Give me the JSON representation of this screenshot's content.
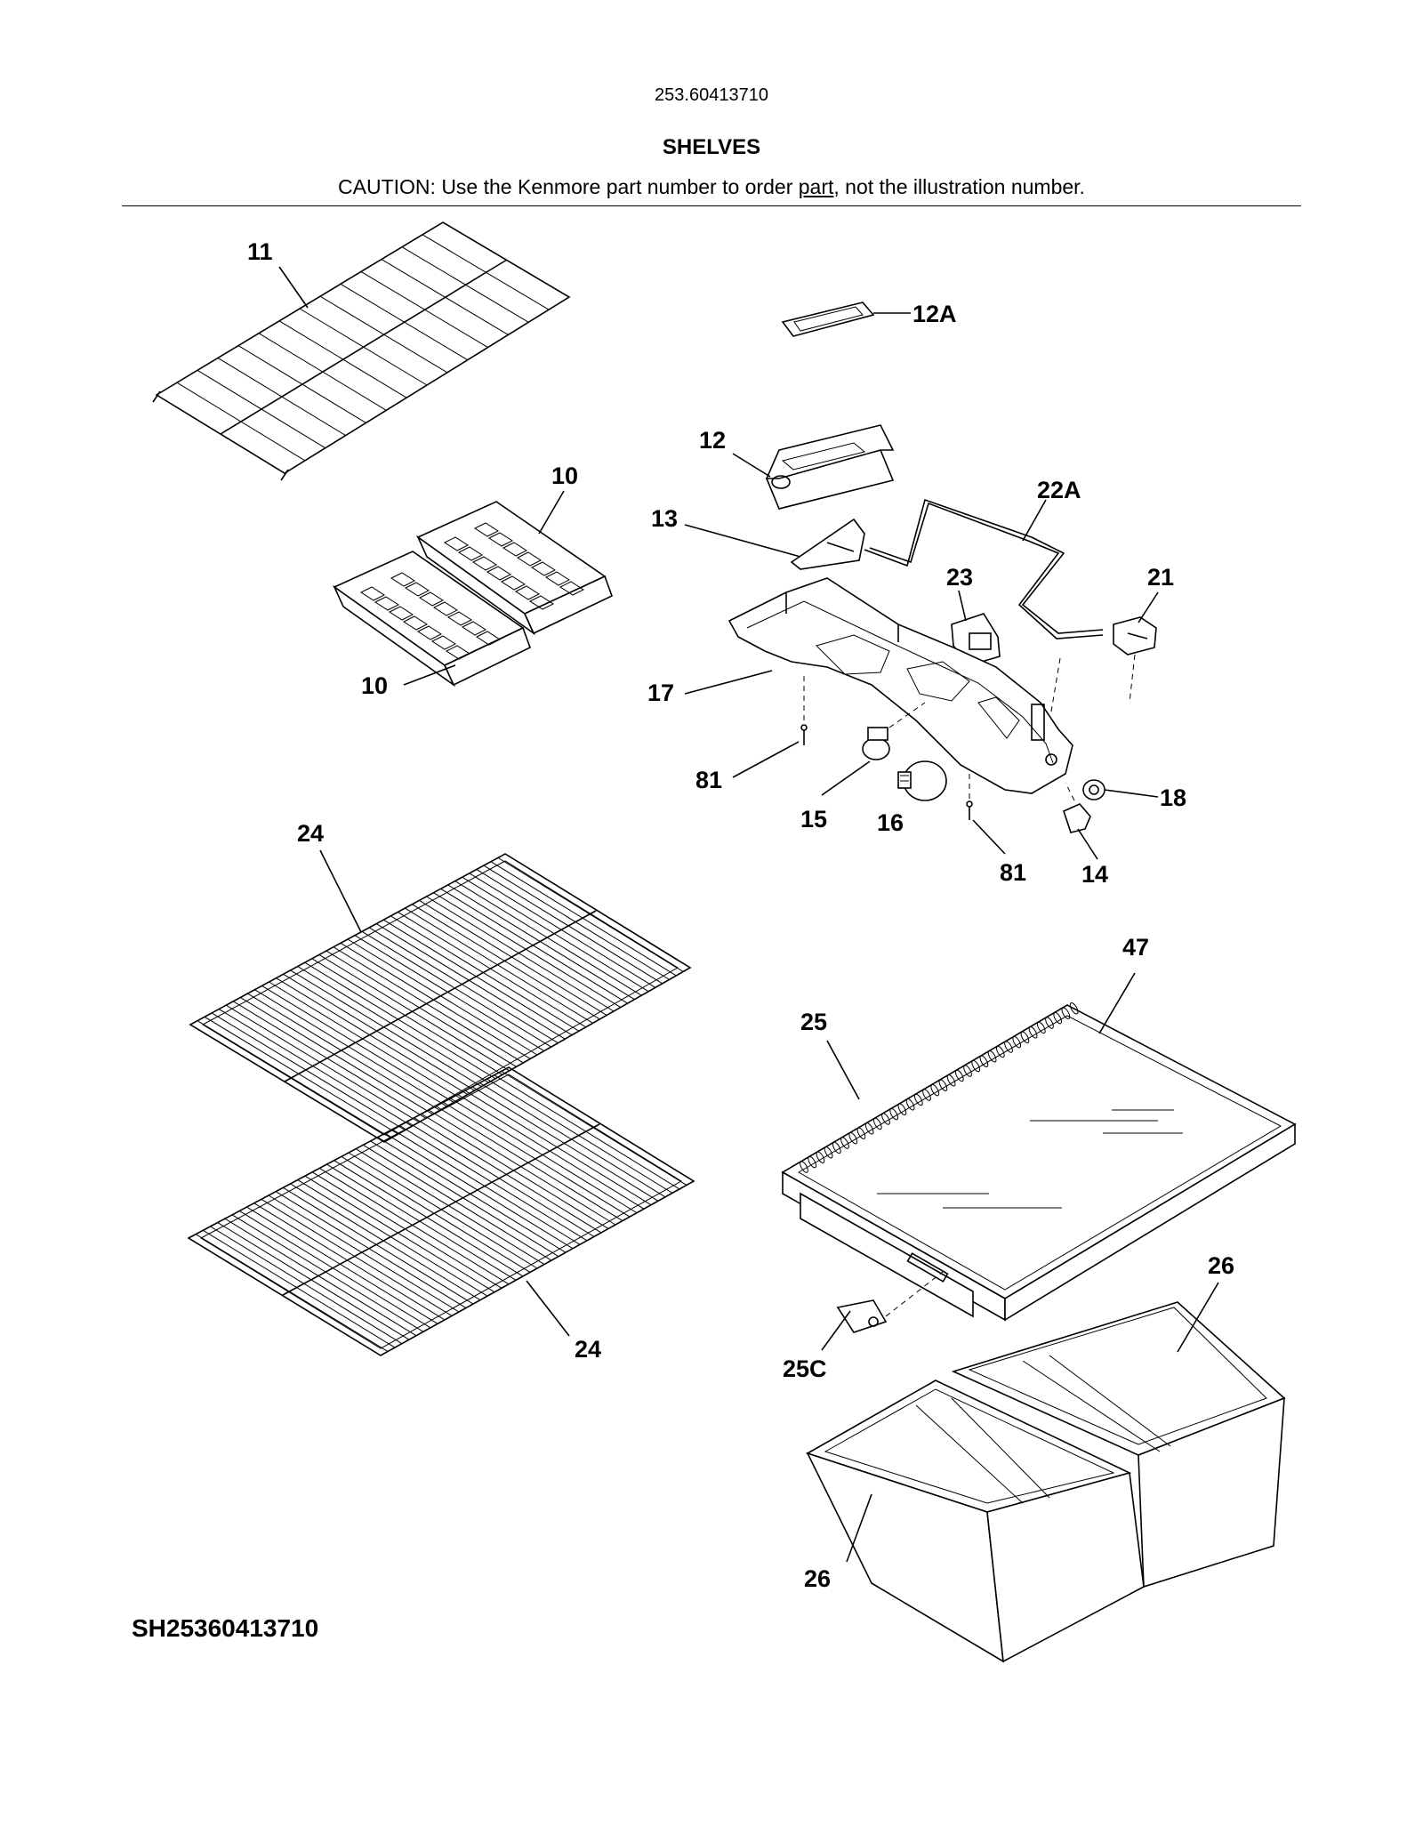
{
  "header": {
    "model_number": "253.60413710",
    "section_title": "SHELVES",
    "caution_before": "CAUTION: Use the Kenmore part number to order ",
    "caution_underlined": "part",
    "caution_after": ", not the illustration number."
  },
  "diagram_id": "SH25360413710",
  "callouts": {
    "c11": "11",
    "c10a": "10",
    "c10b": "10",
    "c12": "12",
    "c12a": "12A",
    "c13": "13",
    "c22a": "22A",
    "c23": "23",
    "c21": "21",
    "c17": "17",
    "c81a": "81",
    "c15": "15",
    "c16": "16",
    "c81b": "81",
    "c18": "18",
    "c14": "14",
    "c24a": "24",
    "c24b": "24",
    "c47": "47",
    "c25": "25",
    "c26a": "26",
    "c25c": "25C",
    "c26b": "26"
  }
}
